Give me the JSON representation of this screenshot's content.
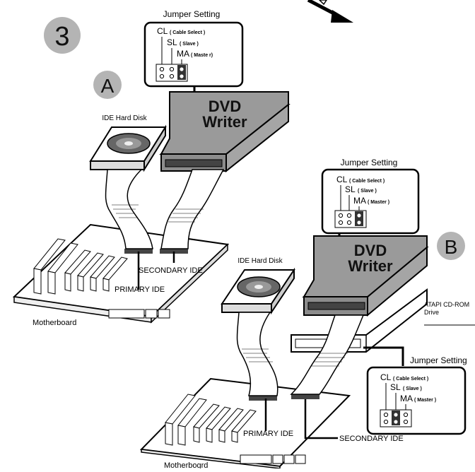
{
  "step_number": "3",
  "setup_a": {
    "marker": "A",
    "jumper": {
      "title": "Jumper Setting",
      "cl": "CL",
      "cl_note": "( Cable Select )",
      "sl": "SL",
      "sl_note": "( Slave )",
      "ma": "MA",
      "ma_note": "( Maste r)"
    },
    "dvd_line1": "DVD",
    "dvd_line2": "Writer",
    "hdd_label": "IDE Hard Disk",
    "primary_label": "PRIMARY IDE",
    "secondary_label": "SECONDARY IDE",
    "board_label": "Motherboard"
  },
  "setup_b": {
    "marker": "B",
    "jumper_top": {
      "title": "Jumper Setting",
      "cl": "CL",
      "cl_note": "( Cable Select )",
      "sl": "SL",
      "sl_note": "( Slave )",
      "ma": "MA",
      "ma_note": "( Master )"
    },
    "jumper_bottom": {
      "title": "Jumper Setting",
      "cl": "CL",
      "cl_note": "( Cable Select )",
      "sl": "SL",
      "sl_note": "( Slave )",
      "ma": "MA",
      "ma_note": "( Master )"
    },
    "dvd_line1": "DVD",
    "dvd_line2": "Writer",
    "cdrom_line1": "ATAPI CD-ROM",
    "cdrom_line2": "Drive",
    "hdd_label": "IDE Hard Disk",
    "primary_label": "PRIMARY IDE",
    "secondary_label": "SECONDARY IDE",
    "board_label": "Motherbogrd"
  },
  "colors": {
    "ink": "#000000",
    "drive_gray": "#9a9a9a",
    "circle_gray": "#b4b4b4",
    "paper": "#ffffff"
  }
}
